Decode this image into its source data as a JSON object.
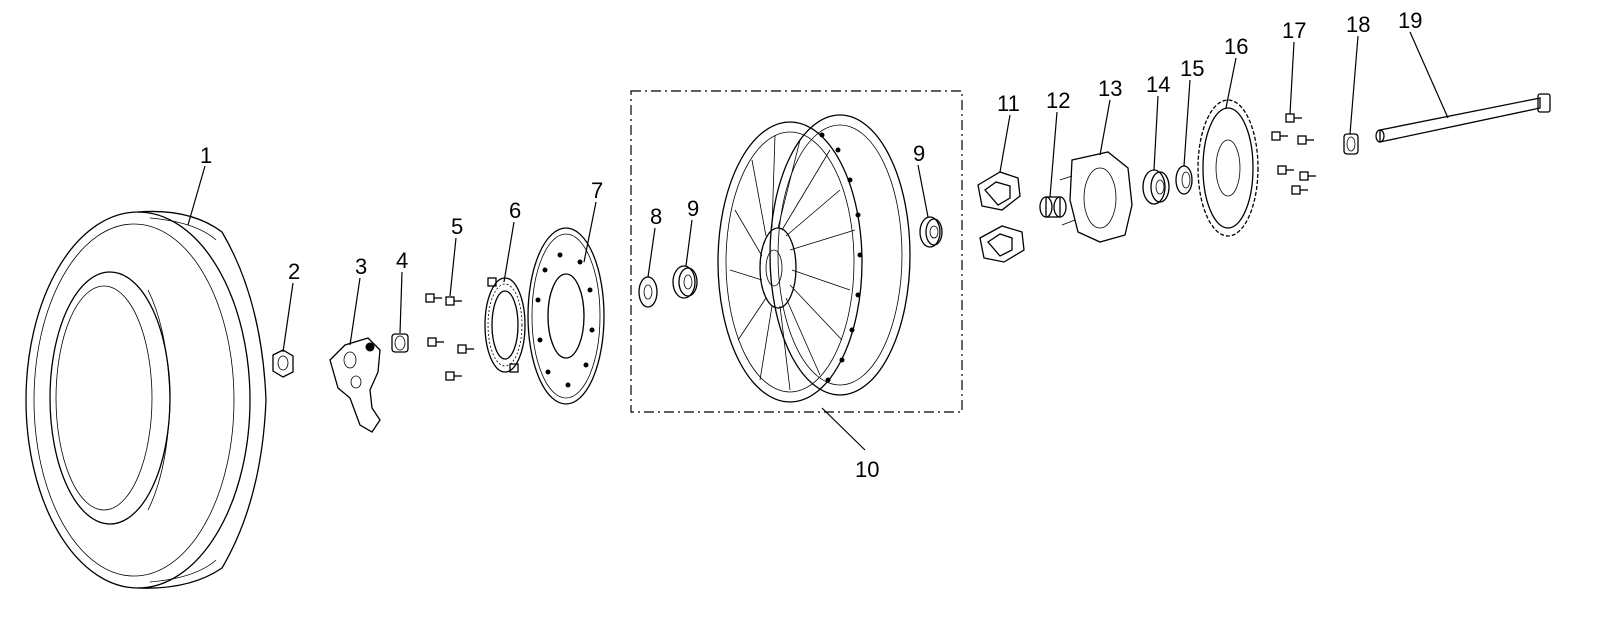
{
  "diagram": {
    "type": "exploded-parts-view",
    "labels": {
      "p1": "1",
      "p2": "2",
      "p3": "3",
      "p4": "4",
      "p5": "5",
      "p6": "6",
      "p7": "7",
      "p8": "8",
      "p9a": "9",
      "p9b": "9",
      "p10": "10",
      "p11": "11",
      "p12": "12",
      "p13": "13",
      "p14": "14",
      "p15": "15",
      "p16": "16",
      "p17": "17",
      "p18": "18",
      "p19": "19"
    }
  }
}
